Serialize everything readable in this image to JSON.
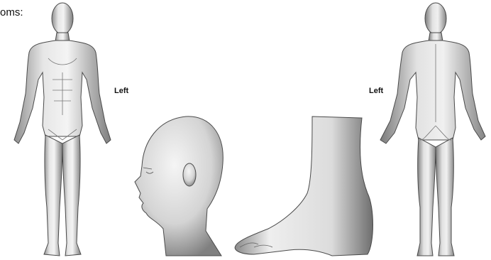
{
  "header": {
    "prompt_text": "oms:"
  },
  "figures": {
    "front_body": {
      "side_label": "Left",
      "icon": "human-front-view"
    },
    "back_body": {
      "side_label": "Left",
      "icon": "human-back-view"
    },
    "head": {
      "icon": "head-left-profile"
    },
    "foot": {
      "icon": "foot-side-view"
    }
  },
  "colors": {
    "skin_light": "#efefef",
    "skin_shade": "#9a9a9a",
    "outline": "#4a4a4a"
  }
}
